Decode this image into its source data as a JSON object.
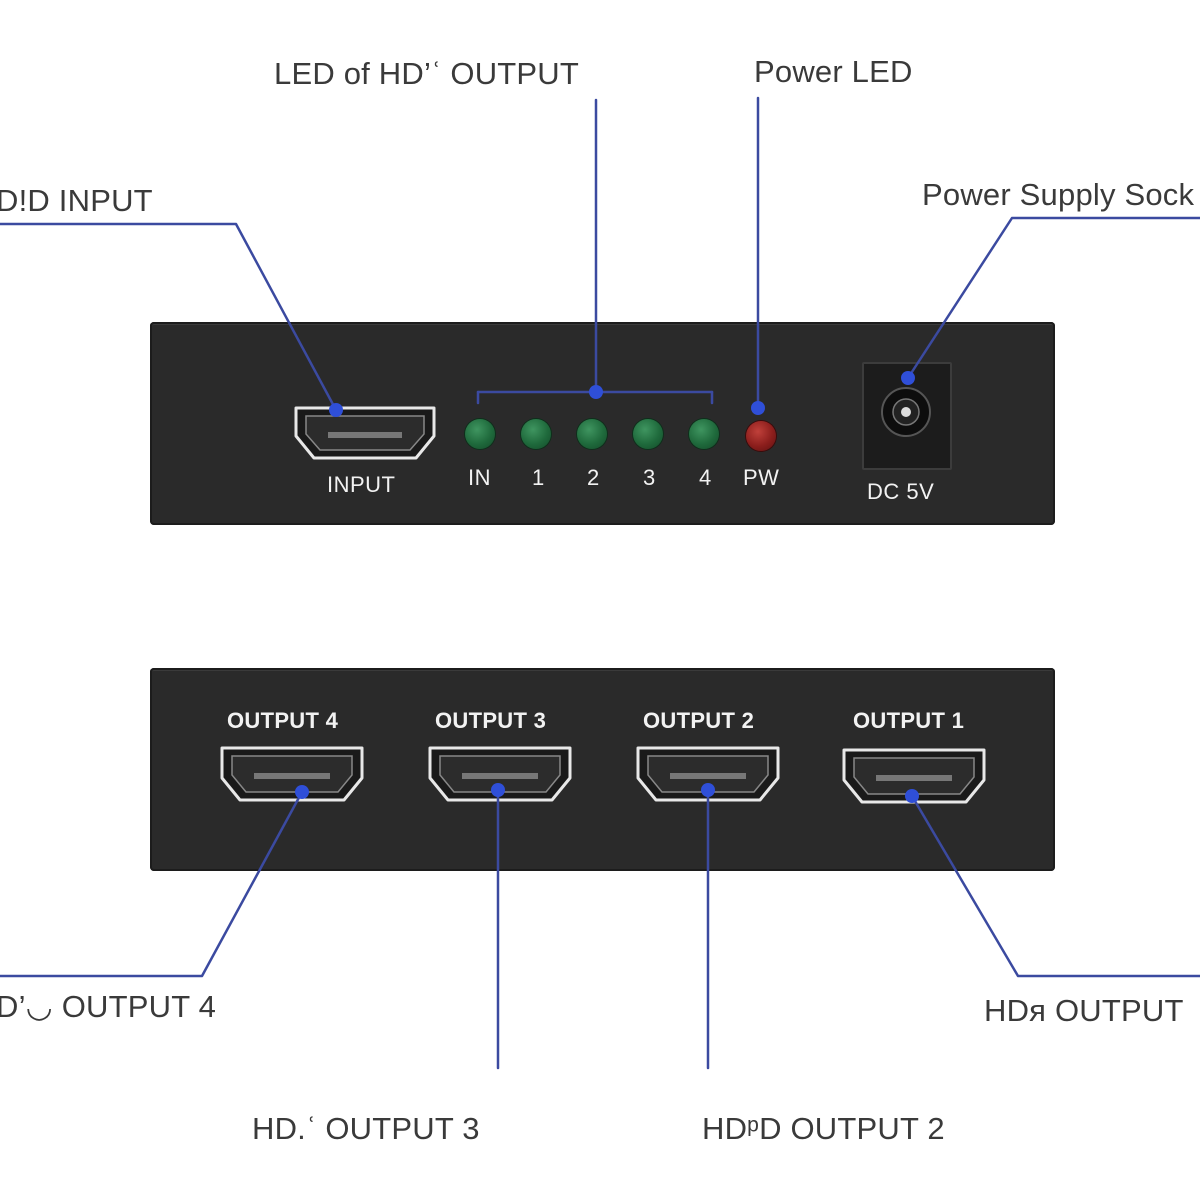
{
  "callouts": {
    "led_of_hdmi_output": "LED of HD’ʿ OUTPUT",
    "power_led": "Power LED",
    "hdmi_input": "D!D INPUT",
    "power_supply_socket": "Power Supply Sock",
    "hdmi_output_4": "D’◡ OUTPUT 4",
    "hdmi_output_1": "HDᴙ OUTPUT",
    "hdmi_output_3": "HD.ʿ OUTPUT 3",
    "hdmi_output_2": "HDᵖD OUTPUT 2"
  },
  "front_panel": {
    "input_label": "INPUT",
    "led_labels": [
      "IN",
      "1",
      "2",
      "3",
      "4",
      "PW"
    ],
    "led_colors": [
      "#1f6a3c",
      "#1f6a3c",
      "#1f6a3c",
      "#1f6a3c",
      "#1f6a3c",
      "#8c1e1c"
    ],
    "dc_label": "DC 5V"
  },
  "back_panel": {
    "output_labels": [
      "OUTPUT 4",
      "OUTPUT 3",
      "OUTPUT 2",
      "OUTPUT 1"
    ]
  },
  "colors": {
    "callout_line": "#3b4aa0",
    "device_body": "#2a2a2a"
  }
}
